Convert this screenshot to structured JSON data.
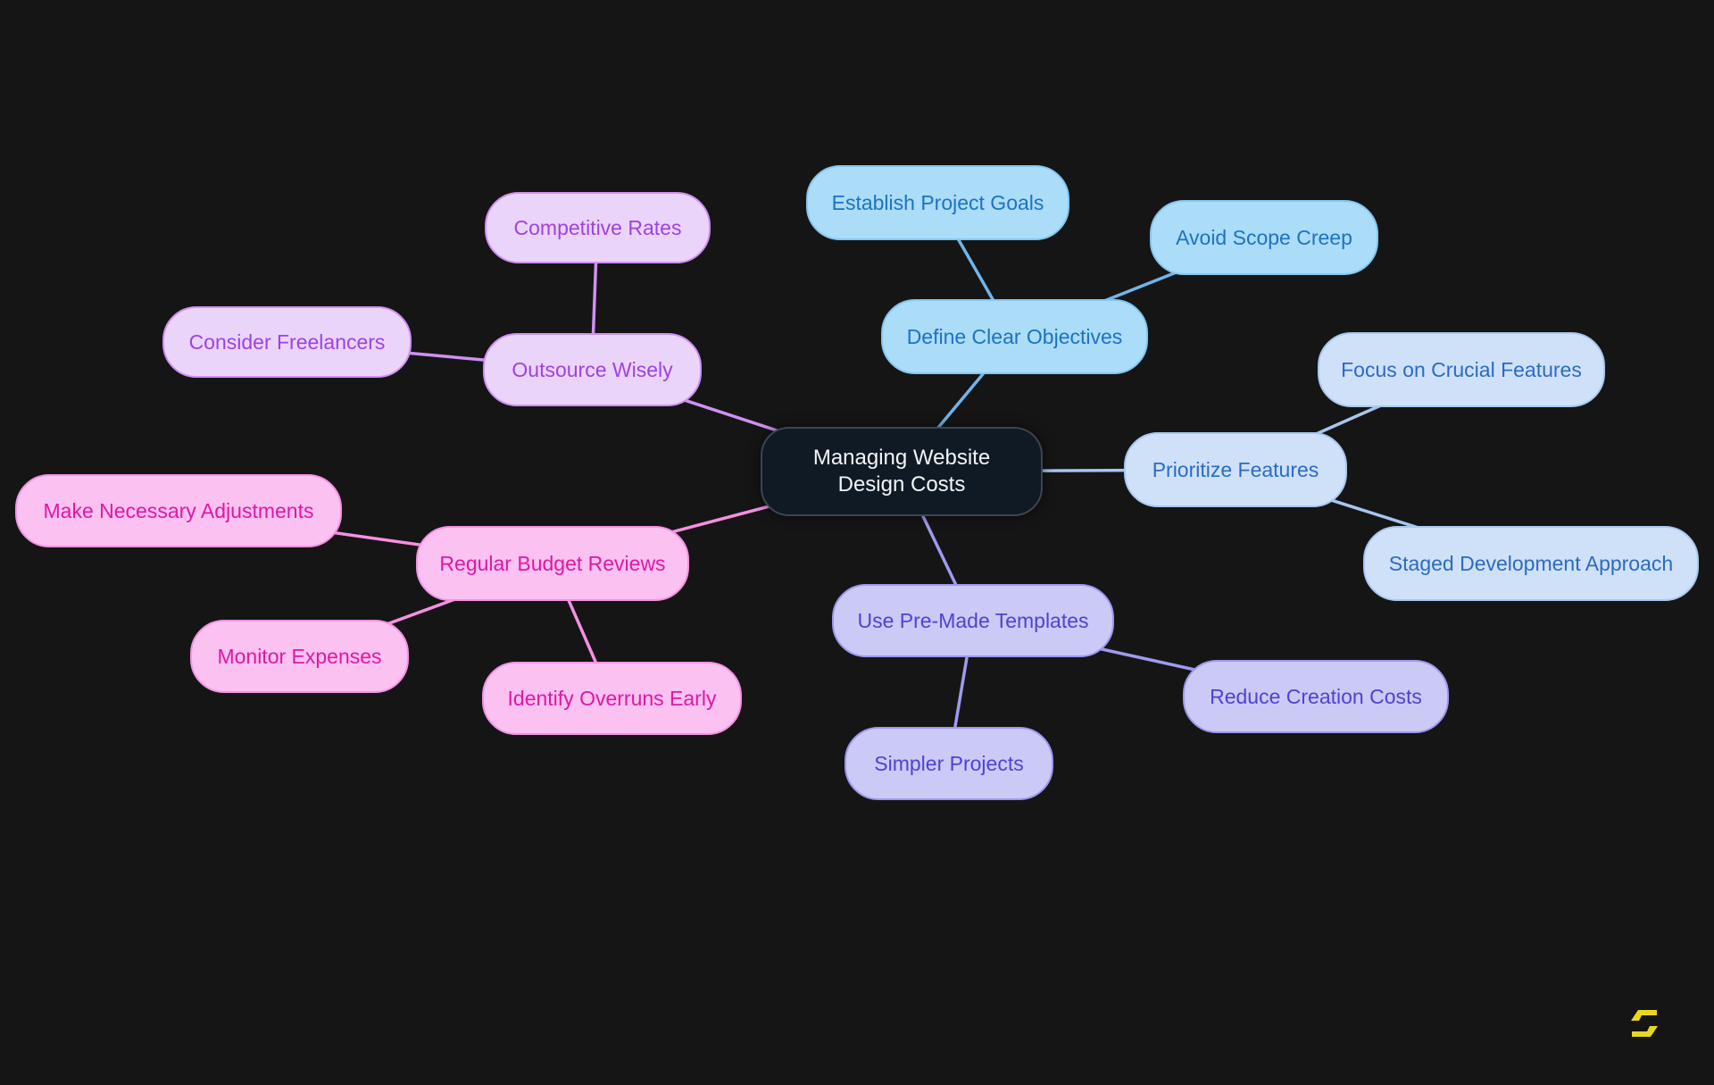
{
  "diagram": {
    "type": "mind-map",
    "background_color": "#151515",
    "central_node": {
      "label": "Managing Website Design Costs",
      "fill": "#101a24",
      "border": "#3c4552",
      "text_color": "#f3f5f7"
    },
    "branches": [
      {
        "name": "define-clear-objectives",
        "fill": "#abdcf8",
        "border": "#84c7f0",
        "text_color": "#1d73c1",
        "line_color": "#6fb5ea",
        "nodes": [
          {
            "label": "Define Clear Objectives"
          },
          {
            "label": "Establish Project Goals"
          },
          {
            "label": "Avoid Scope Creep"
          }
        ]
      },
      {
        "name": "prioritize-features",
        "fill": "#cfe1f9",
        "border": "#a8c8f0",
        "text_color": "#2c6bc1",
        "line_color": "#a6c6ee",
        "nodes": [
          {
            "label": "Prioritize Features"
          },
          {
            "label": "Focus on Crucial Features"
          },
          {
            "label": "Staged Development Approach"
          }
        ]
      },
      {
        "name": "use-pre-made-templates",
        "fill": "#cbc9f6",
        "border": "#9d98ee",
        "text_color": "#4d44d2",
        "line_color": "#9f9af0",
        "nodes": [
          {
            "label": "Use Pre-Made Templates"
          },
          {
            "label": "Reduce Creation Costs"
          },
          {
            "label": "Simpler Projects"
          }
        ]
      },
      {
        "name": "regular-budget-reviews",
        "fill": "#fac1f1",
        "border": "#f492e2",
        "text_color": "#de18a4",
        "line_color": "#f590e2",
        "nodes": [
          {
            "label": "Regular Budget Reviews"
          },
          {
            "label": "Make Necessary Adjustments"
          },
          {
            "label": "Monitor Expenses"
          },
          {
            "label": "Identify Overruns Early"
          }
        ]
      },
      {
        "name": "outsource-wisely",
        "fill": "#ebd4f9",
        "border": "#cf90f2",
        "text_color": "#9d43e2",
        "line_color": "#cf90f2",
        "nodes": [
          {
            "label": "Outsource Wisely"
          },
          {
            "label": "Competitive Rates"
          },
          {
            "label": "Consider Freelancers"
          }
        ]
      }
    ],
    "logo": {
      "icon": "s-logo-icon",
      "color": "#e8d71f"
    }
  }
}
